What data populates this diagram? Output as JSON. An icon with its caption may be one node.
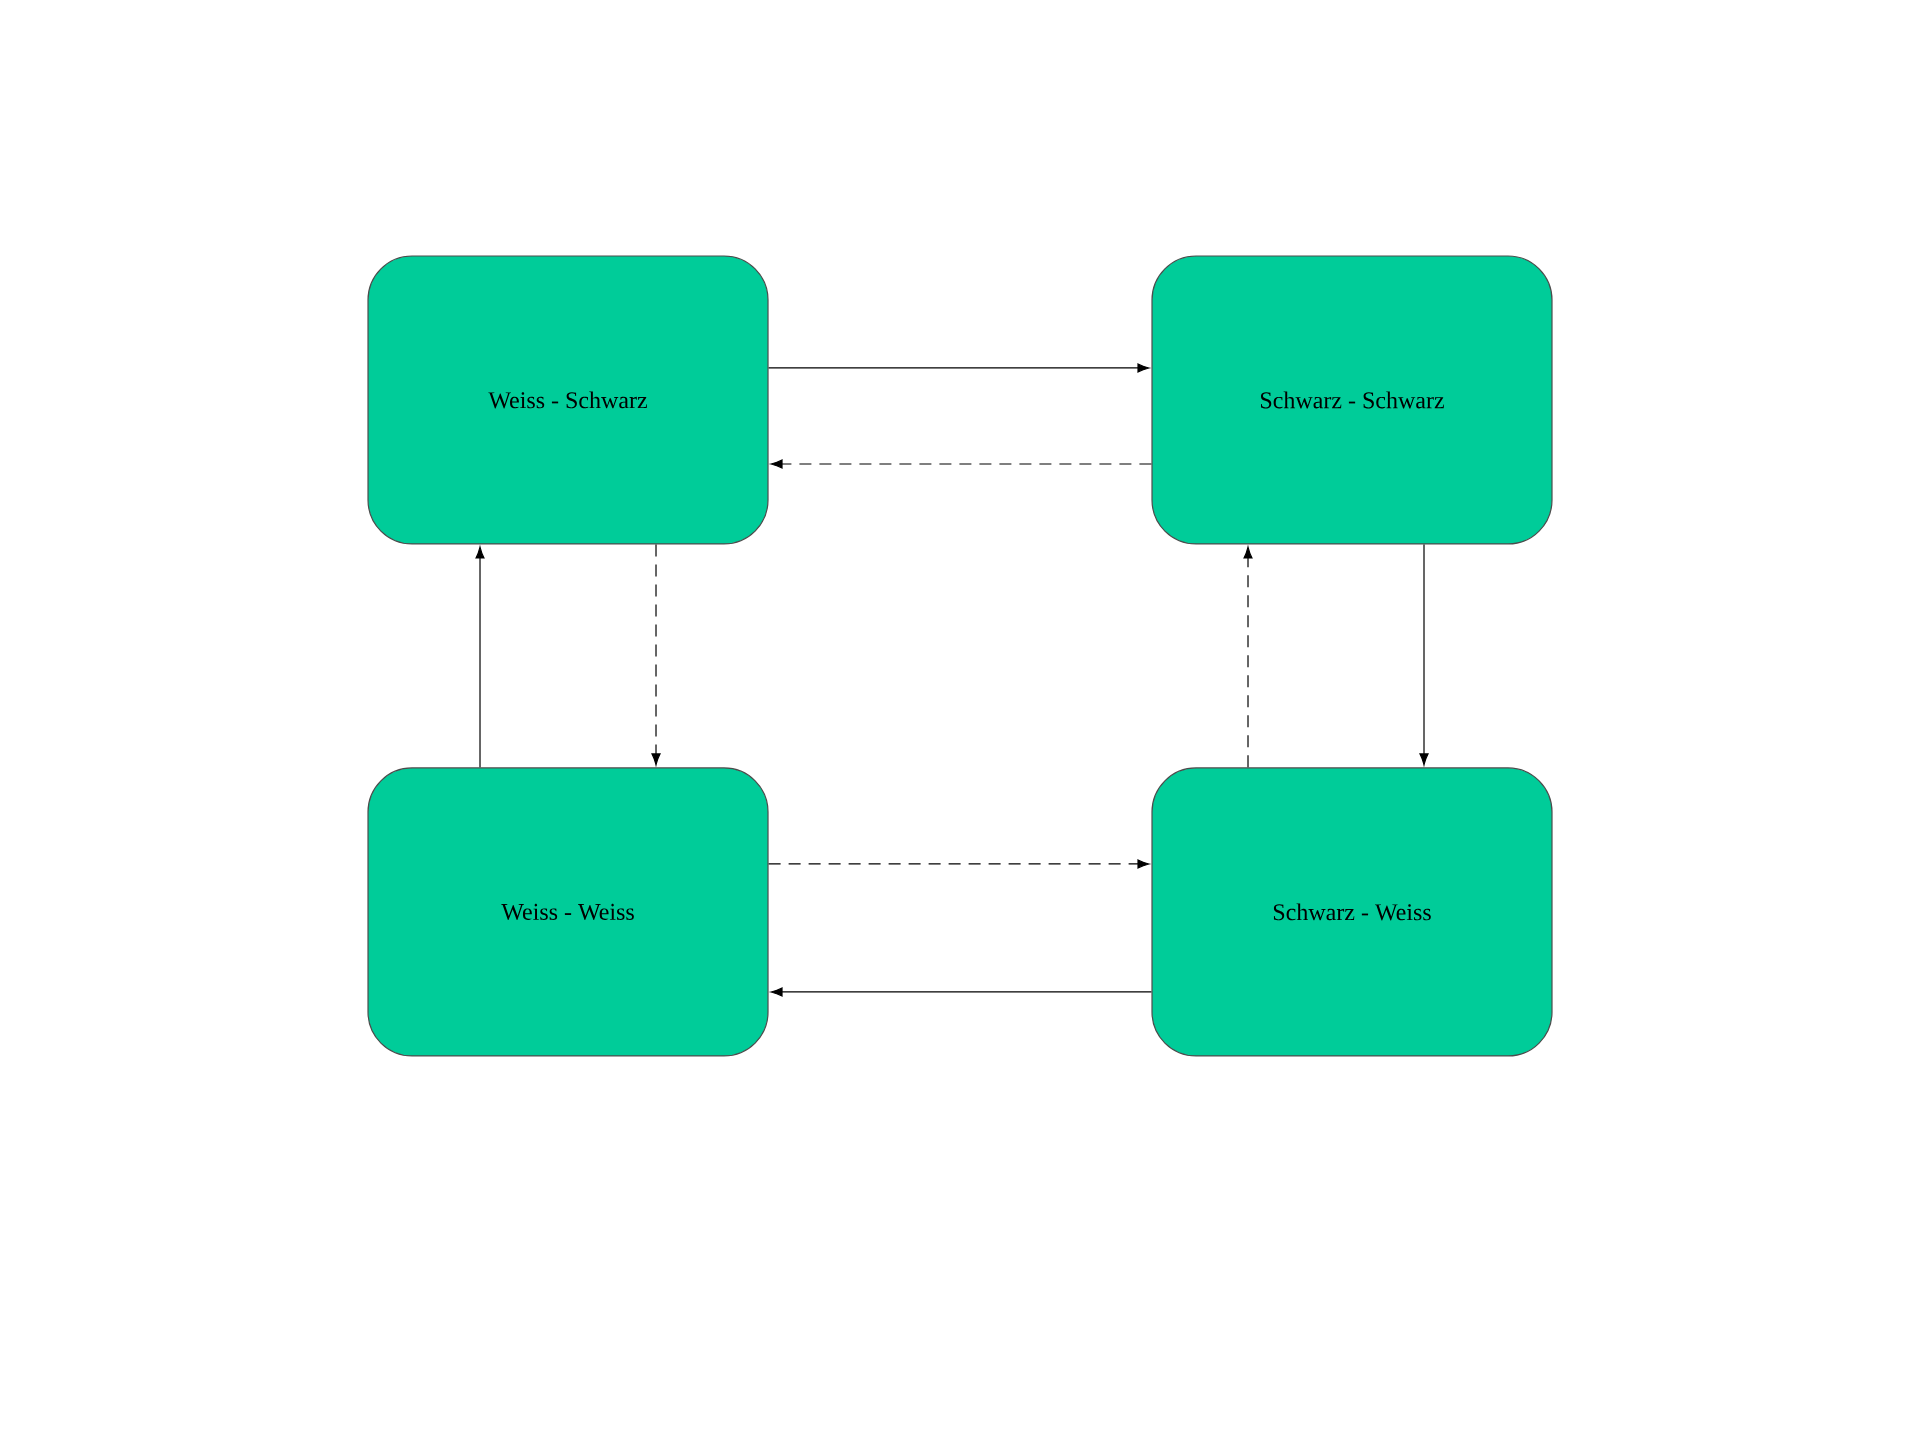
{
  "diagram": {
    "nodes": [
      {
        "text": [
          "Weiss - Schwarz"
        ]
      },
      {
        "text": [
          "Schwarz - Schwarz"
        ]
      },
      {
        "text": [
          "Weiss - Weiss"
        ]
      },
      {
        "text": [
          "Schwarz - Weiss"
        ]
      }
    ],
    "edges": [
      {
        "from": 0,
        "to": 1,
        "arrow": "to"
      },
      {
        "from": 1,
        "to": 0,
        "arrow": "to",
        "style": "dashed"
      },
      {
        "from": 0,
        "to": 2,
        "arrow": "to",
        "style": "dashed"
      },
      {
        "from": 2,
        "to": 0,
        "arrow": "to"
      },
      {
        "from": 1,
        "to": 3,
        "arrow": "to"
      },
      {
        "from": 3,
        "to": 1,
        "arrow": "to",
        "style": "dashed"
      },
      {
        "from": 2,
        "to": 3,
        "arrow": "to",
        "style": "dashed"
      },
      {
        "from": 3,
        "to": 2,
        "arrow": "to"
      }
    ]
  }
}
